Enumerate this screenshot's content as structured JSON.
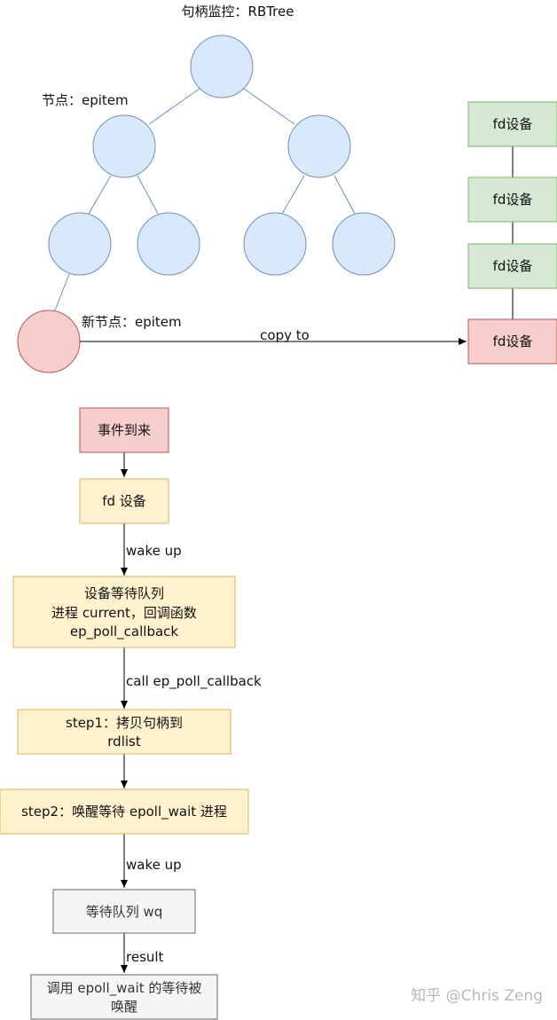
{
  "tree": {
    "title": "句柄监控：RBTree",
    "node_label": "节点：epitem",
    "new_node_label": "新节点：epitem"
  },
  "devices": {
    "items": [
      "fd设备",
      "fd设备",
      "fd设备"
    ],
    "new_item": "fd设备",
    "copy_label": "copy to"
  },
  "flow": {
    "event": "事件到来",
    "fd_device": "fd 设备",
    "wake_up_1": "wake up",
    "wait_queue": [
      "设备等待队列",
      "进程 current，回调函数",
      "ep_poll_callback"
    ],
    "call_label": "call ep_poll_callback",
    "step1": [
      "step1：拷贝句柄到",
      "rdlist"
    ],
    "step2": "step2：唤醒等待 epoll_wait 进程",
    "wake_up_2": "wake up",
    "wq": "等待队列 wq",
    "result_label": "result",
    "final": [
      "调用 epoll_wait 的等待被",
      "唤醒"
    ]
  },
  "watermark": "知乎 @Chris Zeng",
  "colors": {
    "tree_fill": "#dae8fc",
    "tree_stroke": "#6c8ebf",
    "new_fill": "#f8cecc",
    "new_stroke": "#b85450",
    "device_fill": "#d5e8d4",
    "device_stroke": "#82b366",
    "flow_fill": "#fff2cc",
    "flow_stroke": "#d6b656",
    "gray_fill": "#f5f5f5",
    "gray_stroke": "#666666"
  }
}
